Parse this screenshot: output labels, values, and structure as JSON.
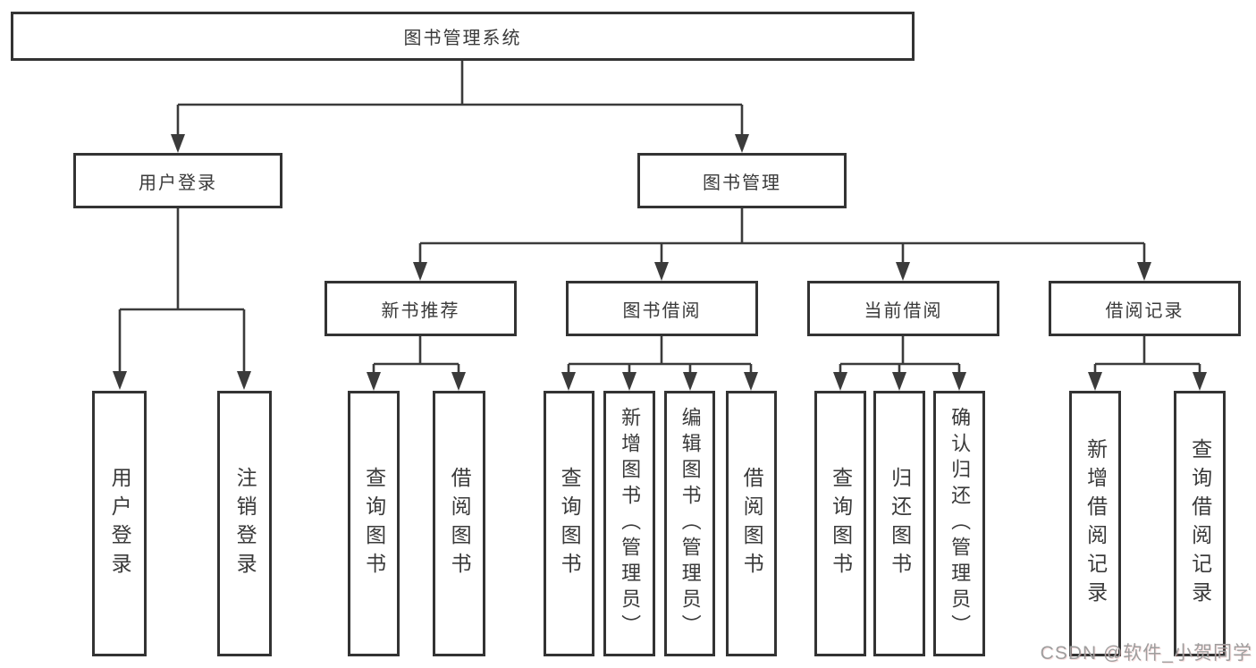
{
  "diagram": {
    "root": {
      "label": "图书管理系统"
    },
    "branches": [
      {
        "label": "用户登录",
        "children": [
          {
            "label": "用户登录"
          },
          {
            "label": "注销登录"
          }
        ]
      },
      {
        "label": "图书管理",
        "children": [
          {
            "label": "新书推荐",
            "children": [
              {
                "label": "查询图书"
              },
              {
                "label": "借阅图书"
              }
            ]
          },
          {
            "label": "图书借阅",
            "children": [
              {
                "label": "查询图书"
              },
              {
                "label": "新增图书（管理员）"
              },
              {
                "label": "编辑图书（管理员）"
              },
              {
                "label": "借阅图书"
              }
            ]
          },
          {
            "label": "当前借阅",
            "children": [
              {
                "label": "查询图书"
              },
              {
                "label": "归还图书"
              },
              {
                "label": "确认归还（管理员）"
              }
            ]
          },
          {
            "label": "借阅记录",
            "children": [
              {
                "label": "新增借阅记录"
              },
              {
                "label": "查询借阅记录"
              }
            ]
          }
        ]
      }
    ]
  },
  "watermark": {
    "text": "CSDN @软件_小贺同学"
  },
  "colors": {
    "line": "#3b3b3b",
    "box_border": "#333333",
    "text": "#3a3a3a",
    "watermark": "#9e9e9e",
    "background": "#ffffff"
  }
}
